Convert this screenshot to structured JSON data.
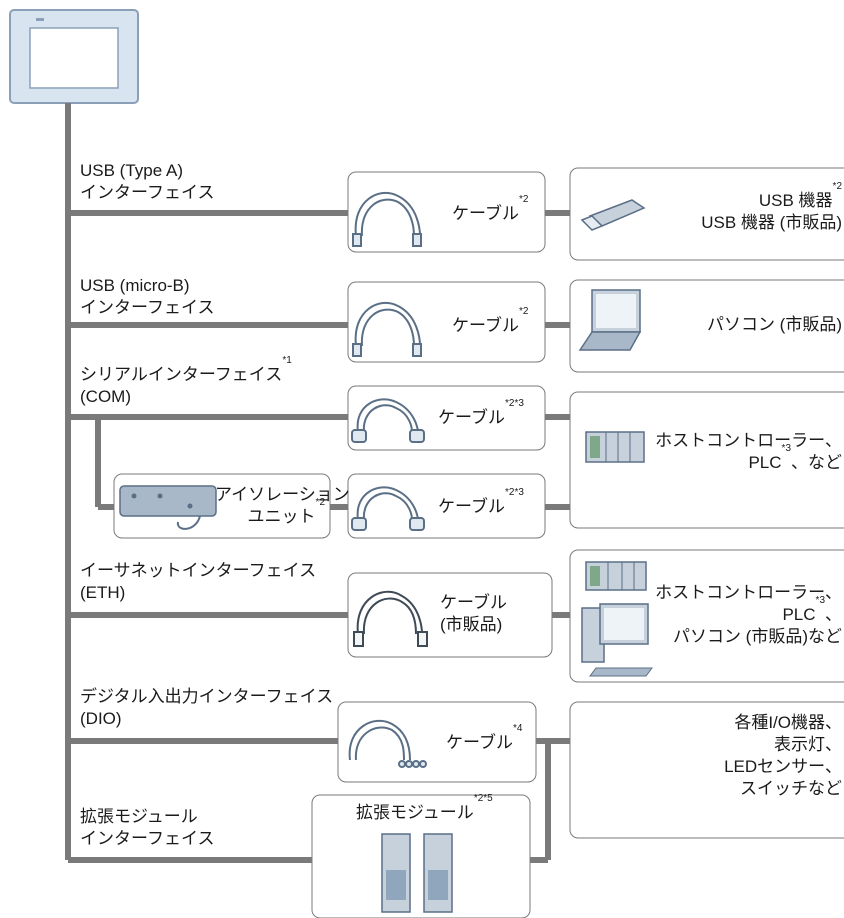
{
  "interfaces": {
    "usb_a": {
      "line1": "USB (Type A)",
      "line2": "インターフェイス"
    },
    "usb_micro": {
      "line1": "USB (micro-B)",
      "line2": "インターフェイス"
    },
    "serial": {
      "line1": "シリアルインターフェイス",
      "sup1": "*1",
      "line2": "(COM)"
    },
    "ethernet": {
      "line1": "イーサネットインターフェイス",
      "line2": "(ETH)"
    },
    "dio": {
      "line1": "デジタル入出力インターフェイス",
      "line2": "(DIO)"
    },
    "expansion": {
      "line1": "拡張モジュール",
      "line2": "インターフェイス"
    }
  },
  "cables": {
    "usb_a": {
      "label": "ケーブル",
      "sup": "*2"
    },
    "usb_micro": {
      "label": "ケーブル",
      "sup": "*2"
    },
    "serial1": {
      "label": "ケーブル",
      "sup": "*2*3"
    },
    "serial2": {
      "label": "ケーブル",
      "sup": "*2*3"
    },
    "ethernet": {
      "line1": "ケーブル",
      "line2": "(市販品)"
    },
    "dio": {
      "label": "ケーブル",
      "sup": "*4"
    }
  },
  "isolation_unit": {
    "line1": "アイソレーション",
    "line2": "ユニット",
    "sup2": "*2"
  },
  "expansion_module": {
    "label": "拡張モジュール",
    "sup": "*2*5"
  },
  "devices": {
    "usb": {
      "line1": "USB 機器",
      "sup1": "*2",
      "line2": "USB 機器 (市販品)"
    },
    "pc": {
      "label": "パソコン (市販品)"
    },
    "host_serial": {
      "line1": "ホストコントローラー、",
      "line2a": "PLC",
      "sup2": "*3",
      "line2b": "、など"
    },
    "host_eth": {
      "line1": "ホストコントローラー、",
      "line2a": "PLC",
      "sup2": "*3",
      "line2b": "、",
      "line3": "パソコン (市販品)など"
    },
    "io": {
      "line1": "各種I/O機器、",
      "line2": "表示灯、",
      "line3": "LEDセンサー、",
      "line4": "スイッチなど"
    }
  },
  "colors": {
    "bus": "#7a7a7a",
    "panel_frame": "#d8e4ef",
    "panel_border": "#8aa0b8",
    "cable": "#5a6f86"
  }
}
